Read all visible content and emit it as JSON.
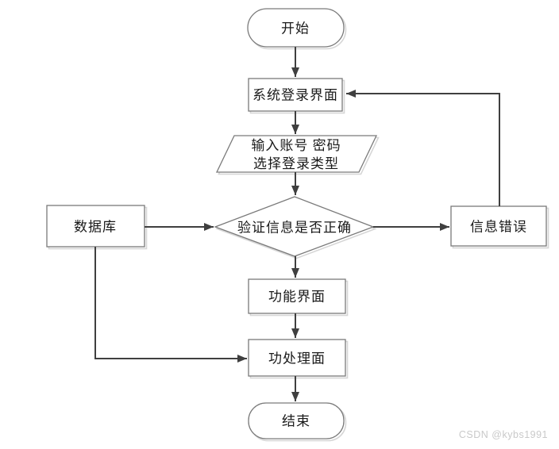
{
  "page": {
    "background": "#ffffff",
    "watermark": "CSDN @kybs1991"
  },
  "colors": {
    "edge_line": "#3f3f3f",
    "shape_border": "#7a7a7a",
    "shape_fill": "#ffffff",
    "shape_shadow": "#d6d6d6",
    "label_text": "#1a1a1a",
    "watermark_text": "#c9c9c9"
  },
  "flowchart": {
    "nodes": {
      "start": {
        "type": "terminator",
        "label": "开始"
      },
      "login": {
        "type": "process",
        "label": "系统登录界面"
      },
      "input": {
        "type": "input-output",
        "line1": "输入账号 密码",
        "line2": "选择登录类型"
      },
      "verify": {
        "type": "decision",
        "label": "验证信息是否正确"
      },
      "database": {
        "type": "process",
        "label": "数据库"
      },
      "error": {
        "type": "process",
        "label": "信息错误"
      },
      "function": {
        "type": "process",
        "label": "功能界面"
      },
      "handle": {
        "type": "process",
        "label": "功处理面"
      },
      "end": {
        "type": "terminator",
        "label": "结束"
      }
    },
    "edges": [
      {
        "from": "start",
        "to": "login"
      },
      {
        "from": "login",
        "to": "input"
      },
      {
        "from": "input",
        "to": "verify"
      },
      {
        "from": "database",
        "to": "verify"
      },
      {
        "from": "verify",
        "to": "error"
      },
      {
        "from": "error",
        "to": "login"
      },
      {
        "from": "verify",
        "to": "function"
      },
      {
        "from": "function",
        "to": "handle"
      },
      {
        "from": "database",
        "to": "handle"
      },
      {
        "from": "handle",
        "to": "end"
      }
    ]
  }
}
